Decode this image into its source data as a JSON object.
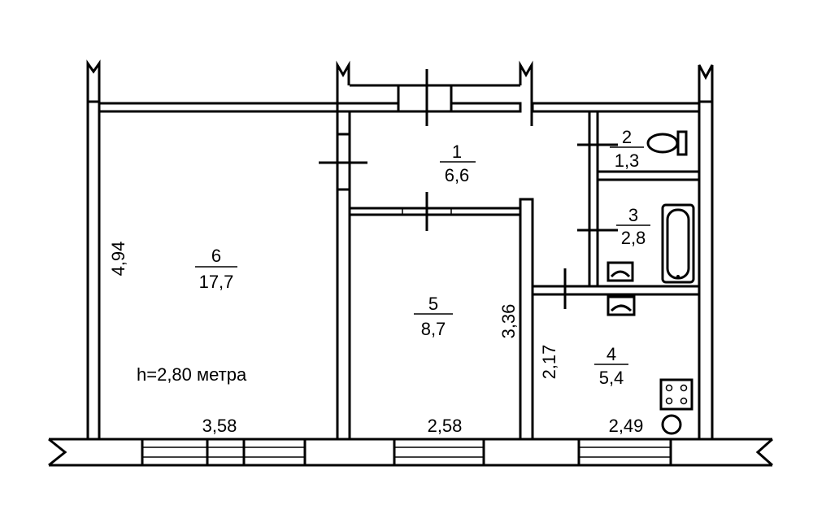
{
  "rooms": [
    {
      "id": "1",
      "area": "6,6"
    },
    {
      "id": "2",
      "area": "1,3"
    },
    {
      "id": "3",
      "area": "2,8"
    },
    {
      "id": "4",
      "area": "5,4"
    },
    {
      "id": "5",
      "area": "8,7"
    },
    {
      "id": "6",
      "area": "17,7"
    }
  ],
  "dimensions": {
    "room6_depth": "4,94",
    "room5_depth": "3,36",
    "room4_depth": "2,17",
    "room6_width": "3,58",
    "room5_width": "2,58",
    "room4_width": "2,49"
  },
  "ceiling_height": "h=2,80 метра",
  "icons": [
    "toilet-icon",
    "bathtub-icon",
    "sink-icon",
    "stove-icon",
    "gas-boiler-icon"
  ]
}
